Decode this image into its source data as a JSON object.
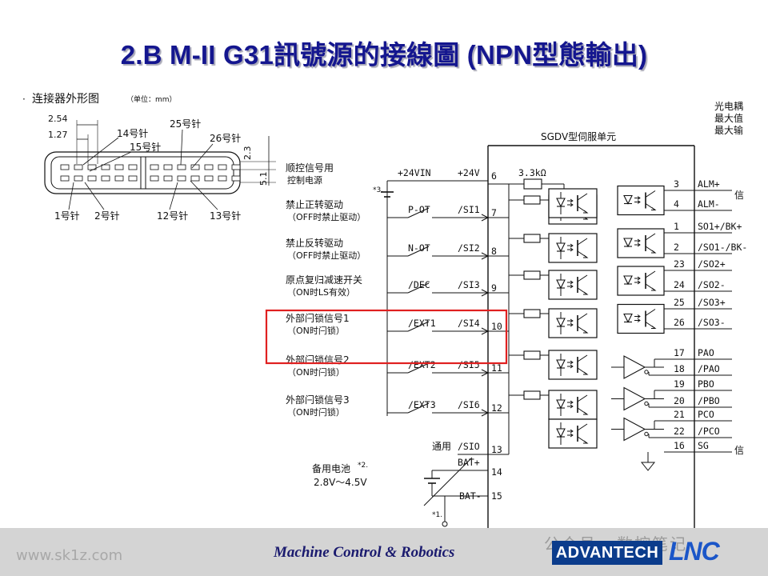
{
  "title": "2.B M-II G31訊號源的接線圖 (NPN型態輸出)",
  "connector": {
    "heading": "连接器外形图",
    "unit": "（单位：mm）",
    "bullet": "·",
    "dim_pitch": "2.54",
    "dim_offset": "1.27",
    "dim_height_1": "2.3",
    "dim_height_2": "5.1",
    "pins": {
      "p14": "14号针",
      "p15": "15号针",
      "p25": "25号针",
      "p26": "26号针",
      "p1": "1号针",
      "p2": "2号针",
      "p12": "12号针",
      "p13": "13号针"
    }
  },
  "unit_label": "SGDV型伺服单元",
  "resistor": "3.3kΩ",
  "right_top_notes": [
    "光电耦",
    "最大值",
    "最大输"
  ],
  "inputs": [
    {
      "desc1": "顺控信号用",
      "desc2": "控制电源",
      "sw": "+24VIN",
      "sig": "+24V",
      "pin": "6"
    },
    {
      "desc1": "禁止正转驱动",
      "desc2": "（OFF时禁止驱动）",
      "sw": "P-OT",
      "sig": "/SI1",
      "pin": "7"
    },
    {
      "desc1": "禁止反转驱动",
      "desc2": "（OFF时禁止驱动）",
      "sw": "N-OT",
      "sig": "/SI2",
      "pin": "8"
    },
    {
      "desc1": "原点复归减速开关",
      "desc2": "（ON时LS有效）",
      "sw": "/DEC",
      "sig": "/SI3",
      "pin": "9"
    },
    {
      "desc1": "外部闩锁信号1",
      "desc2": "（ON时闩锁）",
      "sw": "/EXT1",
      "sig": "/SI4",
      "pin": "10"
    },
    {
      "desc1": "外部闩锁信号2",
      "desc2": "（ON时闩锁）",
      "sw": "/EXT2",
      "sig": "/SI5",
      "pin": "11"
    },
    {
      "desc1": "外部闩锁信号3",
      "desc2": "（ON时闩锁）",
      "sw": "/EXT3",
      "sig": "/SI6",
      "pin": "12"
    }
  ],
  "common": {
    "label": "通用",
    "sig": "/SIO",
    "pin": "13"
  },
  "battery": {
    "label": "备用电池",
    "note": "*2.",
    "range": "2.8V～4.5V",
    "bat_plus": "BAT+",
    "bat_minus": "BAT-",
    "pin_plus": "14",
    "pin_minus": "15",
    "star1": "*1.",
    "star3": "*3."
  },
  "outputs": [
    {
      "pin": "3",
      "sig": "ALM+"
    },
    {
      "pin": "4",
      "sig": "ALM-"
    },
    {
      "pin": "1",
      "sig": "SO1+/BK+"
    },
    {
      "pin": "2",
      "sig": "/SO1-/BK-"
    },
    {
      "pin": "23",
      "sig": "/SO2+"
    },
    {
      "pin": "24",
      "sig": "/SO2-"
    },
    {
      "pin": "25",
      "sig": "/SO3+"
    },
    {
      "pin": "26",
      "sig": "/SO3-"
    },
    {
      "pin": "17",
      "sig": "PAO"
    },
    {
      "pin": "18",
      "sig": "/PAO"
    },
    {
      "pin": "19",
      "sig": "PBO"
    },
    {
      "pin": "20",
      "sig": "/PBO"
    },
    {
      "pin": "21",
      "sig": "PCO"
    },
    {
      "pin": "22",
      "sig": "/PCO"
    },
    {
      "pin": "16",
      "sig": "SG"
    }
  ],
  "right_edge": {
    "top": "信",
    "bottom": "信"
  },
  "highlight_color": "#e02020",
  "footer": {
    "site": "www.sk1z.com",
    "tagline": "Machine Control & Robotics",
    "brand1": "ADVANTECH",
    "brand2": "LNC",
    "watermark": "公众号 · 数控笔记"
  }
}
